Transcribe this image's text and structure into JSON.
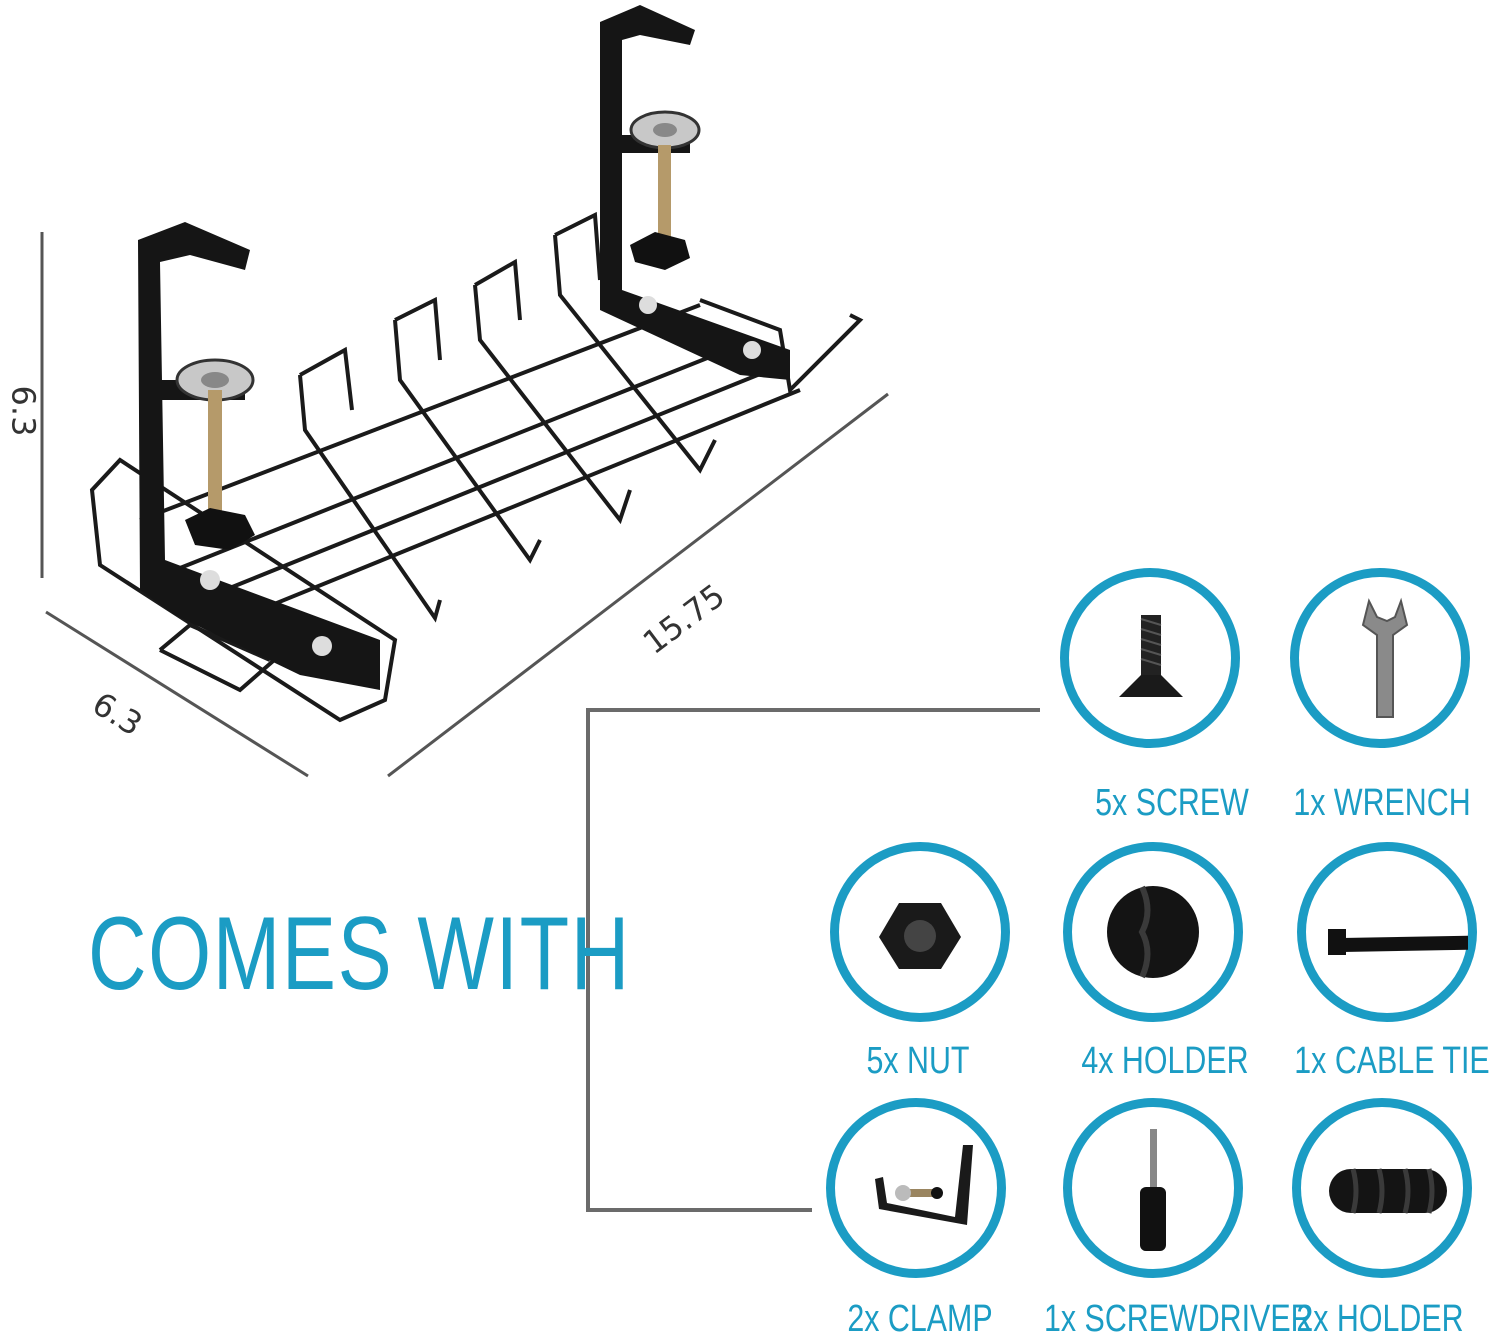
{
  "dimensions": {
    "height": "6.3",
    "depth": "6.3",
    "length": "15.75"
  },
  "headline": "COMES WITH",
  "colors": {
    "accent": "#1b9cc4",
    "wire": "#1a1a1a",
    "dimension_line": "#555555"
  },
  "items": [
    {
      "label": "5x SCREW",
      "icon": "screw-icon"
    },
    {
      "label": "1x WRENCH",
      "icon": "wrench-icon"
    },
    {
      "label": "5x NUT",
      "icon": "nut-icon"
    },
    {
      "label": "4x HOLDER",
      "icon": "round-holder-icon"
    },
    {
      "label": "1x CABLE TIE",
      "icon": "cable-tie-icon"
    },
    {
      "label": "2x CLAMP",
      "icon": "clamp-icon"
    },
    {
      "label": "1x SCREWDRIVER",
      "icon": "screwdriver-icon"
    },
    {
      "label": "2x HOLDER",
      "icon": "cable-holder-icon"
    }
  ]
}
